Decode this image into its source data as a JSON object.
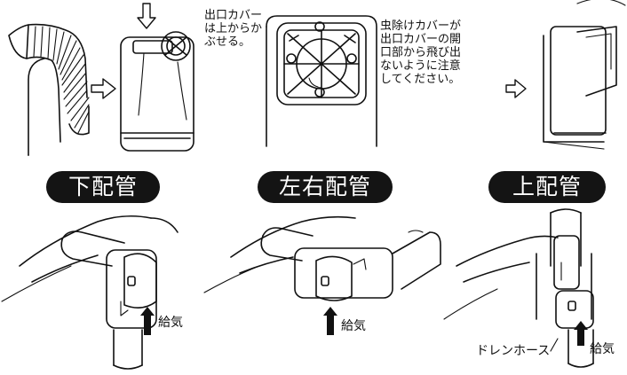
{
  "notes": {
    "cover_from_top": [
      "出口カバー",
      "は上からか",
      "ぶせる。"
    ],
    "insect_cover": [
      "虫除けカバーが",
      "出口カバーの開",
      "口部から飛び出",
      "ないように注意",
      "してください。"
    ]
  },
  "sections": [
    {
      "label": "下配管"
    },
    {
      "label": "左右配管"
    },
    {
      "label": "上配管"
    }
  ],
  "labels": {
    "supply_air_1": "給気",
    "supply_air_2": "給気",
    "supply_air_3": "給気",
    "drain_hose": "ドレンホース"
  }
}
